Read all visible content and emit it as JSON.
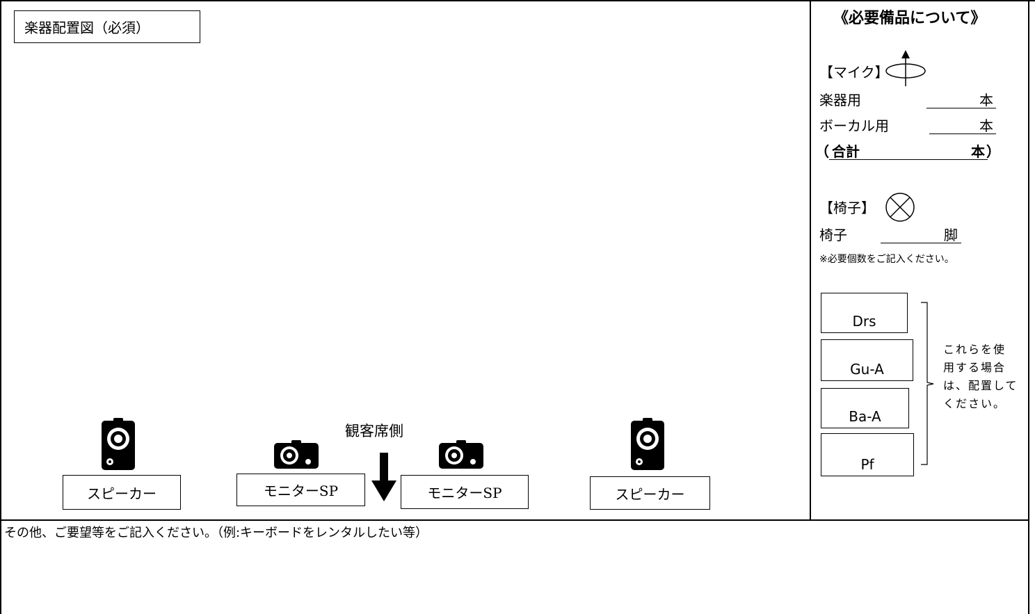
{
  "stage": {
    "title": "楽器配置図（必須）",
    "audience_label": "観客席側",
    "speaker_left_label": "スピーカー",
    "monitor_left_label": "モニターSP",
    "monitor_right_label": "モニターSP",
    "speaker_right_label": "スピーカー",
    "icons": [
      "speaker-icon",
      "monitor-speaker-icon",
      "down-arrow-icon"
    ]
  },
  "equipment": {
    "title": "《必要備品について》",
    "mic_heading": "【マイク】",
    "mic_instrument_label": "楽器用",
    "mic_vocal_label": "ボーカル用",
    "mic_unit": "本",
    "total_open": "（",
    "total_label": "合計",
    "total_unit": "本",
    "total_close": "）",
    "chair_heading": "【椅子】",
    "chair_label": "椅子",
    "chair_unit": "脚",
    "note": "※必要個数をご記入ください。",
    "instruments": [
      "Drs",
      "Gu-A",
      "Ba-A",
      "Pf"
    ],
    "instrument_note_lines": [
      "これらを使",
      "用する場合",
      "は、配置して",
      "ください。"
    ]
  },
  "other": {
    "label": "その他、ご要望等をご記入ください。（例:キーボードをレンタルしたい等）"
  }
}
